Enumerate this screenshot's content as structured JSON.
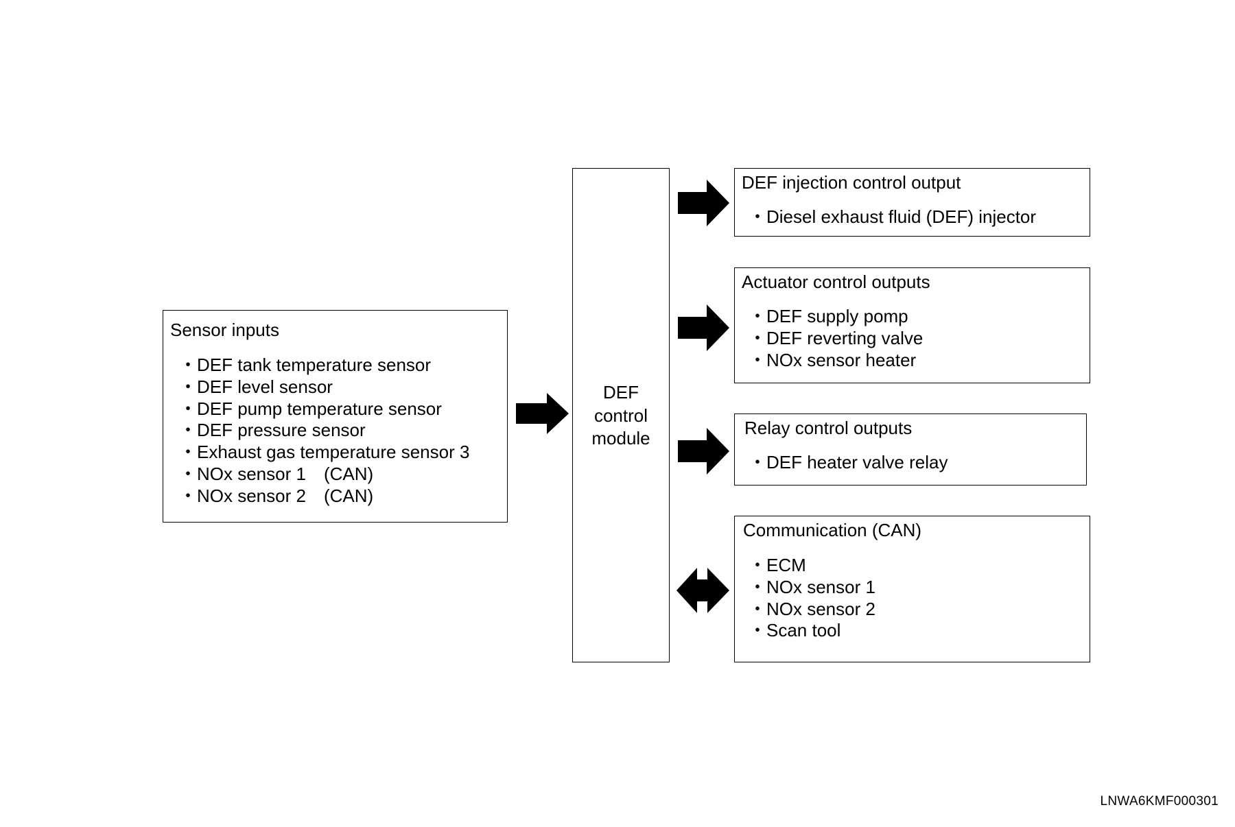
{
  "sensor_inputs": {
    "title": "Sensor inputs",
    "items": [
      "DEF tank temperature sensor",
      "DEF level sensor",
      "DEF pump temperature sensor",
      "DEF pressure sensor",
      "Exhaust gas temperature sensor 3",
      "NOx sensor 1　(CAN)",
      "NOx sensor 2　(CAN)"
    ]
  },
  "control_module": {
    "lines": [
      "DEF",
      "control",
      "module"
    ]
  },
  "outputs": [
    {
      "title": "DEF injection control output",
      "items": [
        "Diesel exhaust fluid (DEF) injector"
      ]
    },
    {
      "title": "Actuator control outputs",
      "items": [
        "DEF supply pomp",
        "DEF reverting valve",
        "NOx sensor heater"
      ]
    },
    {
      "title": "Relay control outputs",
      "items": [
        "DEF heater valve relay"
      ]
    },
    {
      "title": "Communication (CAN)",
      "items": [
        "ECM",
        "NOx sensor 1",
        "NOx sensor 2",
        "Scan tool"
      ]
    }
  ],
  "figure_code": "LNWA6KMF000301",
  "colors": {
    "line": "#000000",
    "background": "#ffffff"
  }
}
